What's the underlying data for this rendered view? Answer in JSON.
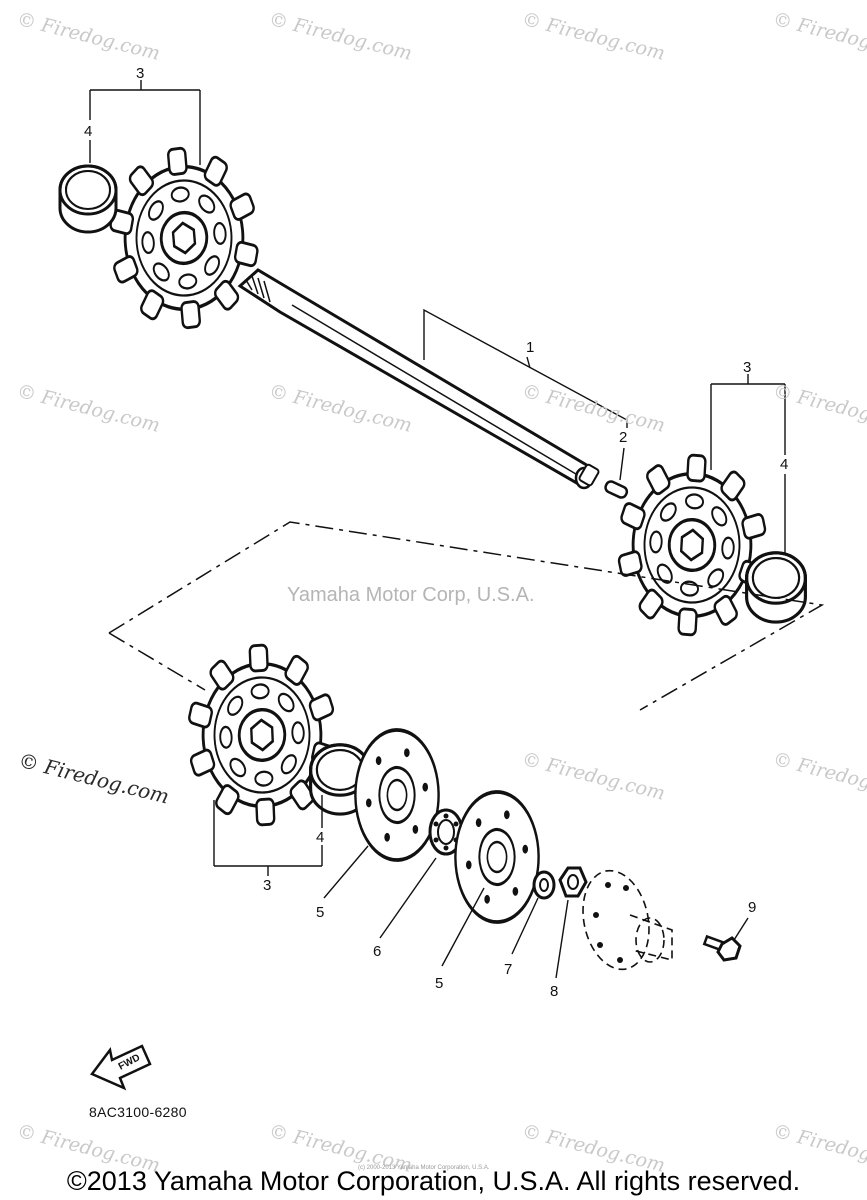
{
  "watermarks": {
    "brand": "© Firedog.com",
    "center": "Yamaha Motor Corp, U.S.A."
  },
  "callouts": [
    "3",
    "4",
    "1",
    "2",
    "3",
    "4",
    "4",
    "3",
    "5",
    "6",
    "5",
    "7",
    "8",
    "9"
  ],
  "part_code": "8AC3100-6280",
  "fwd_label": "FWD",
  "copyright_small": "(c) 2000-2013 Yamaha Motor Corporation, U.S.A.",
  "copyright": "©2013 Yamaha Motor Corporation, U.S.A. All rights reserved.",
  "colors": {
    "line": "#1a1a1a",
    "watermark": "#c9c9c9"
  }
}
